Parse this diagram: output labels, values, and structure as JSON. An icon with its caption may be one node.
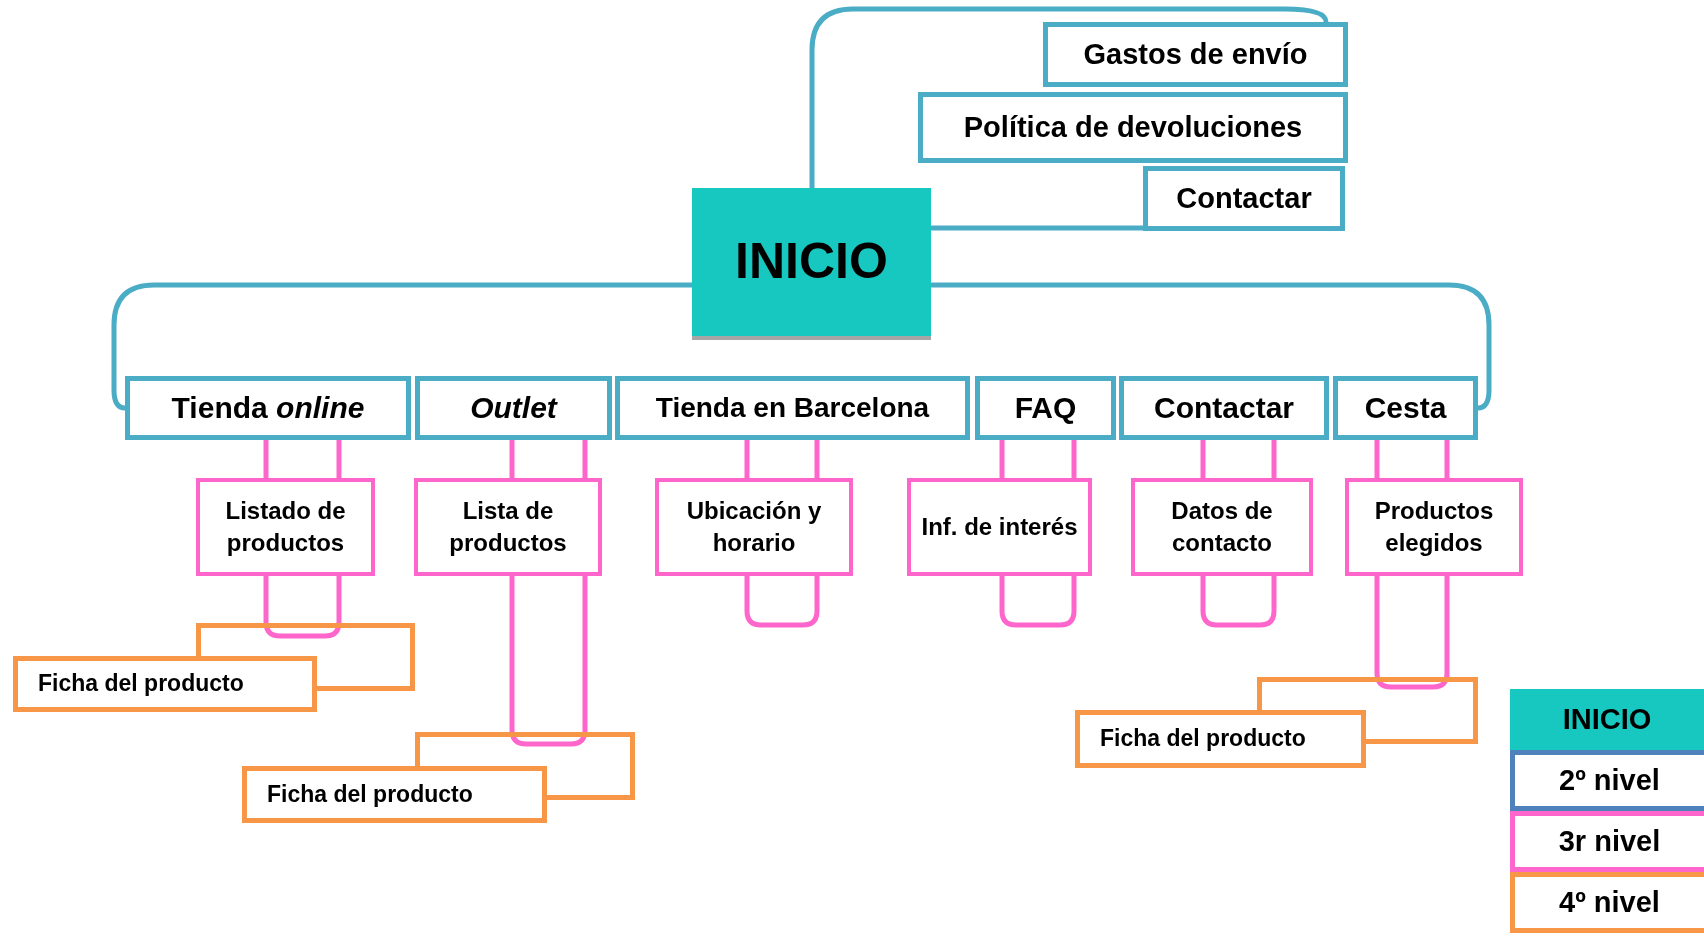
{
  "diagram": {
    "nodes": [
      {
        "text": [
          "INICIO"
        ]
      },
      {
        "text": [
          "Gastos de envío"
        ]
      },
      {
        "text": [
          "Política de devoluciones"
        ]
      },
      {
        "text": [
          "Contactar"
        ]
      },
      {
        "text": [
          "Tienda *online*"
        ]
      },
      {
        "text": [
          "Outlet"
        ]
      },
      {
        "text": [
          "Tienda en Barcelona"
        ]
      },
      {
        "text": [
          "FAQ"
        ]
      },
      {
        "text": [
          "Contactar"
        ]
      },
      {
        "text": [
          "Cesta"
        ]
      },
      {
        "text": [
          "Listado de productos"
        ]
      },
      {
        "text": [
          "Lista de productos"
        ]
      },
      {
        "text": [
          "Ubicación y horario"
        ]
      },
      {
        "text": [
          "Inf. de interés"
        ]
      },
      {
        "text": [
          "Datos de contacto"
        ]
      },
      {
        "text": [
          "Productos elegidos"
        ]
      },
      {
        "text": [
          "Ficha del producto"
        ]
      },
      {
        "text": [
          "Ficha del producto"
        ]
      },
      {
        "text": [
          "Ficha del producto"
        ]
      }
    ],
    "edges": [
      {
        "from": 0,
        "to": 1,
        "arrow": "none",
        "color": "#4bacc6"
      },
      {
        "from": 0,
        "to": 3,
        "arrow": "none",
        "color": "#4bacc6"
      },
      {
        "from": 0,
        "to": 4,
        "arrow": "none",
        "color": "#4bacc6"
      },
      {
        "from": 0,
        "to": 9,
        "arrow": "none",
        "color": "#4bacc6"
      },
      {
        "from": 4,
        "to": 10,
        "arrow": "none"
      },
      {
        "from": 5,
        "to": 11,
        "arrow": "none"
      },
      {
        "from": 6,
        "to": 12,
        "arrow": "none"
      },
      {
        "from": 7,
        "to": 13,
        "arrow": "none"
      },
      {
        "from": 8,
        "to": 14,
        "arrow": "none"
      },
      {
        "from": 9,
        "to": 15,
        "arrow": "none"
      },
      {
        "from": 10,
        "to": 16,
        "arrow": "none"
      },
      {
        "from": 11,
        "to": 17,
        "arrow": "none"
      },
      {
        "from": 12,
        "to": null,
        "arrow": "none"
      },
      {
        "from": 13,
        "to": null,
        "arrow": "none"
      },
      {
        "from": 14,
        "to": null,
        "arrow": "none"
      },
      {
        "from": 15,
        "to": 18,
        "arrow": "none"
      }
    ],
    "legend": [
      {
        "text": "INICIO",
        "color": "#17c8c0"
      },
      {
        "text": "2º nivel",
        "color": "#4f81bd"
      },
      {
        "text": "3r nivel",
        "color": "#ff66cc"
      },
      {
        "text": "4º nivel",
        "color": "#f79646"
      }
    ]
  }
}
